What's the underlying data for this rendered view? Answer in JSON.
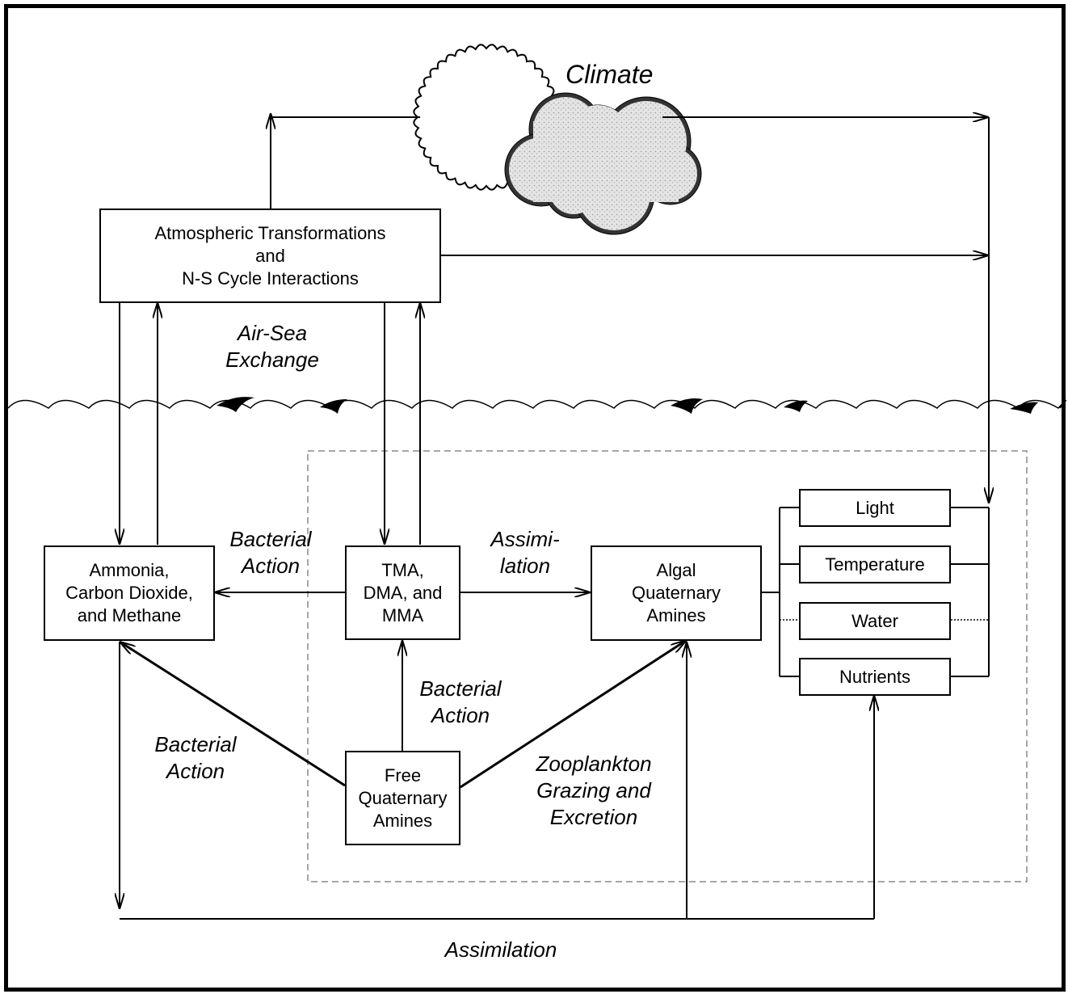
{
  "title": "Climate",
  "boxes": {
    "atmospheric": [
      "Atmospheric Transformations",
      "and",
      "N-S Cycle Interactions"
    ],
    "ammonia": [
      "Ammonia,",
      "Carbon Dioxide,",
      "and Methane"
    ],
    "tma": [
      "TMA,",
      "DMA, and",
      "MMA"
    ],
    "algal": [
      "Algal",
      "Quaternary",
      "Amines"
    ],
    "free": [
      "Free",
      "Quaternary",
      "Amines"
    ]
  },
  "factors": [
    "Light",
    "Temperature",
    "Water",
    "Nutrients"
  ],
  "labels": {
    "air_sea": [
      "Air-Sea",
      "Exchange"
    ],
    "bacterial_top": [
      "Bacterial",
      "Action"
    ],
    "assimilation_mid": [
      "Assimi-",
      "lation"
    ],
    "bacterial_mid": [
      "Bacterial",
      "Action"
    ],
    "bacterial_left": [
      "Bacterial",
      "Action"
    ],
    "zooplankton": [
      "Zooplankton",
      "Grazing and",
      "Excretion"
    ],
    "assimilation_bottom": "Assimilation"
  }
}
